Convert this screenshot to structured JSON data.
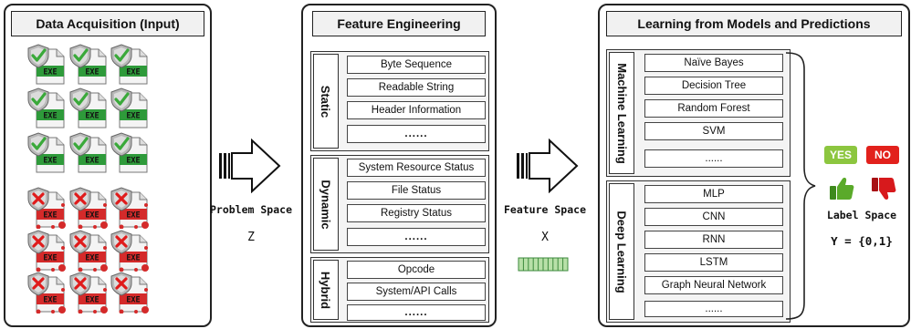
{
  "input_panel": {
    "title": "Data Acquisition (Input)",
    "file_label": "EXE"
  },
  "problem_space": {
    "label": "Problem Space",
    "symbol": "Z"
  },
  "feature_panel": {
    "title": "Feature Engineering",
    "groups": [
      {
        "label": "Static",
        "items": [
          "Byte Sequence",
          "Readable String",
          "Header Information",
          "......"
        ]
      },
      {
        "label": "Dynamic",
        "items": [
          "System Resource Status",
          "File Status",
          "Registry Status",
          "......"
        ]
      },
      {
        "label": "Hybrid",
        "items": [
          "Opcode",
          "System/API Calls",
          "......"
        ]
      }
    ]
  },
  "feature_space": {
    "label": "Feature Space",
    "symbol": "X"
  },
  "model_panel": {
    "title": "Learning from Models and Predictions",
    "groups": [
      {
        "label": "Machine Learning",
        "items": [
          "Naïve Bayes",
          "Decision Tree",
          "Random Forest",
          "SVM",
          "......"
        ]
      },
      {
        "label": "Deep Learning",
        "items": [
          "MLP",
          "CNN",
          "RNN",
          "LSTM",
          "Graph Neural Network",
          "......"
        ]
      }
    ]
  },
  "labels": {
    "yes": "YES",
    "no": "NO",
    "title": "Label Space",
    "formula": "Y = {0,1}"
  },
  "colors": {
    "benign": "#2e9a3a",
    "malicious": "#d42a2a",
    "yes_badge": "#8cc63f",
    "no_badge": "#e2211c",
    "thumb_up": "#5aaa2a",
    "thumb_down": "#d7191c",
    "vector": "#b8e0a8"
  },
  "icons": [
    "shield-check-icon",
    "shield-x-icon",
    "file-icon",
    "arrow-right-icon",
    "thumbs-up-icon",
    "thumbs-down-icon",
    "feature-vector-icon"
  ]
}
